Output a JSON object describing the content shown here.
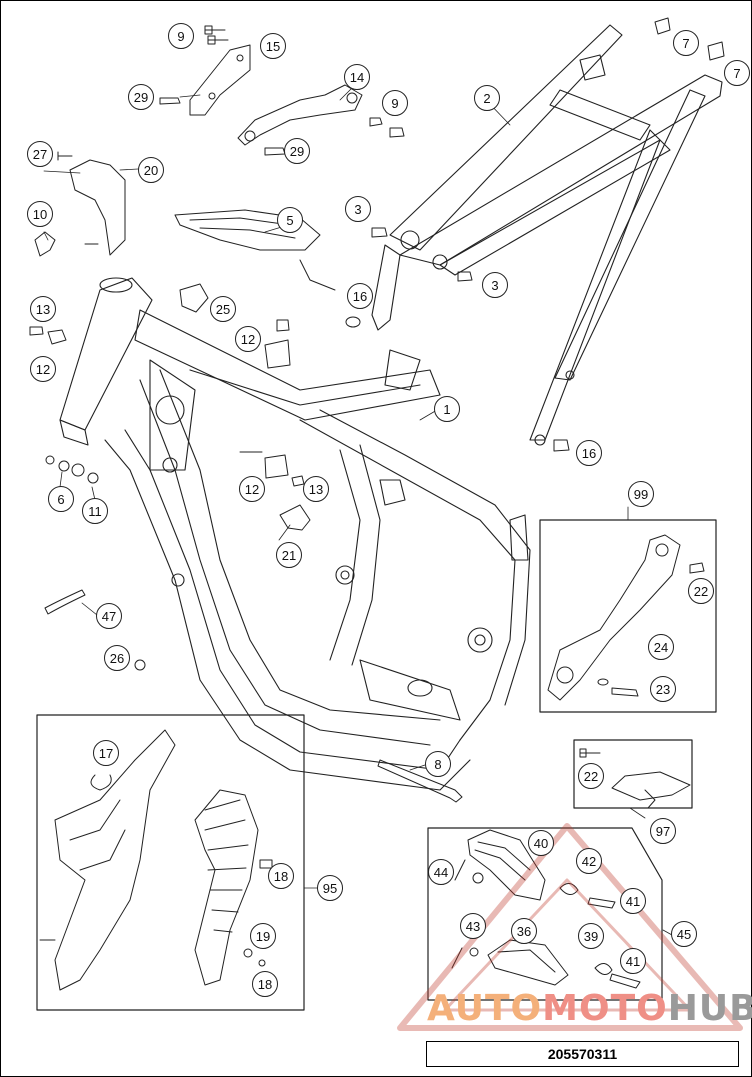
{
  "diagram": {
    "drawing_number": "205570311",
    "watermark": {
      "part1": "AUTO",
      "part2": "MOTO",
      "part3": "HUB"
    },
    "callouts": [
      "9",
      "15",
      "29",
      "14",
      "9",
      "29",
      "7",
      "7",
      "2",
      "27",
      "20",
      "10",
      "5",
      "3",
      "3",
      "16",
      "13",
      "25",
      "12",
      "12",
      "1",
      "16",
      "6",
      "11",
      "12",
      "13",
      "99",
      "21",
      "22",
      "24",
      "23",
      "47",
      "26",
      "17",
      "8",
      "22",
      "97",
      "40",
      "42",
      "44",
      "41",
      "18",
      "95",
      "43",
      "36",
      "39",
      "45",
      "19",
      "41",
      "18"
    ]
  },
  "colors": {
    "line": "#222222",
    "accent": "#c0392b"
  }
}
